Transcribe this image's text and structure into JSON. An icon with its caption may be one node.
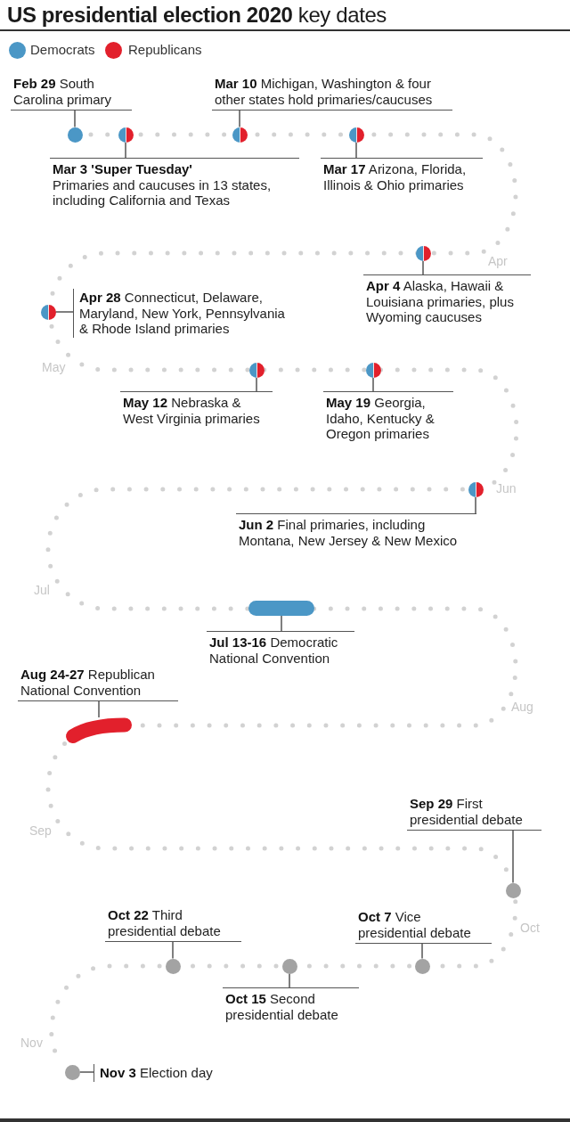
{
  "diagram": {
    "title": "**US presidential election 2020** key dates",
    "nodes": [
      {
        "text": [
          "**Feb 29** South Carolina primary"
        ]
      },
      {
        "text": [],
        "shape": "circle"
      },
      {
        "text": [
          "Mar 3 'Super Tuesday'",
          "Primaries and caucuses in 13 states, including California and Texas"
        ]
      },
      {
        "text": [],
        "shape": "circle"
      },
      {
        "text": [
          "**Mar 10** Michigan, Washington & four other states hold primaries/caucuses"
        ]
      },
      {
        "text": [],
        "shape": "circle"
      },
      {
        "text": [
          "**Mar 17** Arizona, Florida, Illinois & Ohio primaries"
        ]
      },
      {
        "text": [],
        "shape": "circle"
      },
      {
        "text": [
          "**Apr 4** Alaska, Hawaii & Louisiana primaries, plus Wyoming caucuses"
        ]
      },
      {
        "text": [],
        "shape": "circle"
      },
      {
        "text": [
          "**Apr 28** Connecticut, Delaware, Maryland, New York, Pennsylvania & Rhode Island primaries"
        ]
      },
      {
        "text": [],
        "shape": "circle"
      },
      {
        "text": [
          "**May 12** Nebraska & West Virginia primaries"
        ]
      },
      {
        "text": [],
        "shape": "circle"
      },
      {
        "text": [
          "**May 19** Georgia, Idaho, Kentucky & Oregon primaries"
        ]
      },
      {
        "text": [],
        "shape": "circle"
      },
      {
        "text": [
          "**Jun 2** Final primaries, including Montana, New Jersey & New Mexico"
        ]
      },
      {
        "text": [],
        "shape": "circle"
      },
      {
        "text": [
          "**Jul 13-16** Democratic National Convention"
        ]
      },
      {
        "text": [],
        "shape": "bar"
      },
      {
        "text": [
          "**Aug 24-27** Republican National Convention"
        ]
      },
      {
        "text": [],
        "shape": "bar"
      },
      {
        "text": [
          "**Sep 29** First presidential debate"
        ]
      },
      {
        "text": [],
        "shape": "circle"
      },
      {
        "text": [
          "**Oct 7** Vice presidential debate"
        ]
      },
      {
        "text": [],
        "shape": "circle"
      },
      {
        "text": [
          "**Oct 15** Second presidential debate"
        ]
      },
      {
        "text": [],
        "shape": "circle"
      },
      {
        "text": [
          "**Oct 22** Third presidential debate"
        ]
      },
      {
        "text": [],
        "shape": "circle"
      },
      {
        "text": [
          "**Nov 3** Election day"
        ]
      },
      {
        "text": [],
        "shape": "circle"
      }
    ],
    "edges": [
      {
        "from": 0,
        "to": 1,
        "arrow": "none"
      },
      {
        "from": 2,
        "to": 3,
        "arrow": "none"
      },
      {
        "from": 4,
        "to": 5,
        "arrow": "none"
      },
      {
        "from": 6,
        "to": 7,
        "arrow": "none"
      },
      {
        "from": 8,
        "to": 9,
        "arrow": "none"
      },
      {
        "from": 10,
        "to": 11,
        "arrow": "none"
      },
      {
        "from": 12,
        "to": 13,
        "arrow": "none"
      },
      {
        "from": 14,
        "to": 15,
        "arrow": "none"
      },
      {
        "from": 16,
        "to": 17,
        "arrow": "none"
      },
      {
        "from": 18,
        "to": 19,
        "arrow": "none"
      },
      {
        "from": 20,
        "to": 21,
        "arrow": "none"
      },
      {
        "from": 22,
        "to": 23,
        "arrow": "none"
      },
      {
        "from": 24,
        "to": 25,
        "arrow": "none"
      },
      {
        "from": 26,
        "to": 27,
        "arrow": "none"
      },
      {
        "from": 28,
        "to": 29,
        "arrow": "none"
      },
      {
        "from": 30,
        "to": 31,
        "arrow": "none"
      }
    ],
    "labels": [
      "Apr",
      "May",
      "Jun",
      "Jul",
      "Aug",
      "Sep",
      "Oct",
      "Nov"
    ],
    "legend": [
      {
        "text": "Democrats",
        "color": "#4b97c6"
      },
      {
        "text": "Republicans",
        "color": "#e2202c"
      }
    ]
  }
}
